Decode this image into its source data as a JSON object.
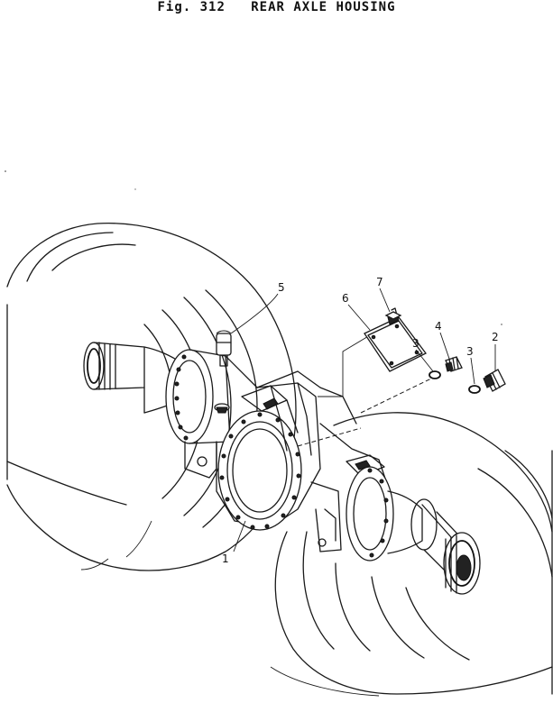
{
  "title": {
    "fig_label": "Fig. 312",
    "name": "REAR AXLE HOUSING"
  },
  "callouts": [
    {
      "id": "c1",
      "number": "1"
    },
    {
      "id": "c2",
      "number": "2"
    },
    {
      "id": "c3a",
      "number": "3"
    },
    {
      "id": "c3b",
      "number": "3"
    },
    {
      "id": "c4",
      "number": "4"
    },
    {
      "id": "c5",
      "number": "5"
    },
    {
      "id": "c6",
      "number": "6"
    },
    {
      "id": "c7",
      "number": "7"
    }
  ]
}
